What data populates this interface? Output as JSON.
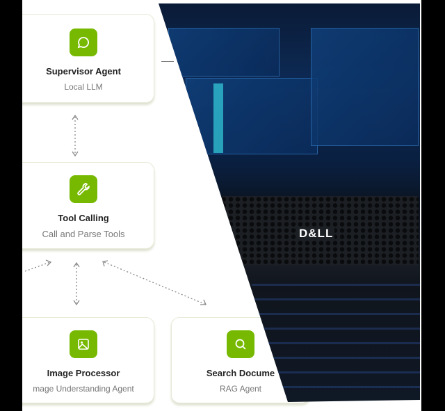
{
  "cards": [
    {
      "title": "Supervisor Agent",
      "subtitle": "Local LLM",
      "icon": "chat-bubble-icon"
    },
    {
      "title": "Tool Calling",
      "subtitle": "Call and Parse Tools",
      "icon": "wrench-icon"
    },
    {
      "title": "Image Processor",
      "subtitle": "mage Understanding Agent",
      "icon": "image-icon"
    },
    {
      "title": "Search Docume",
      "subtitle": "RAG Agent",
      "icon": "search-icon"
    }
  ],
  "photo": {
    "brand": "D&LL"
  },
  "colors": {
    "accent": "#76b900"
  }
}
